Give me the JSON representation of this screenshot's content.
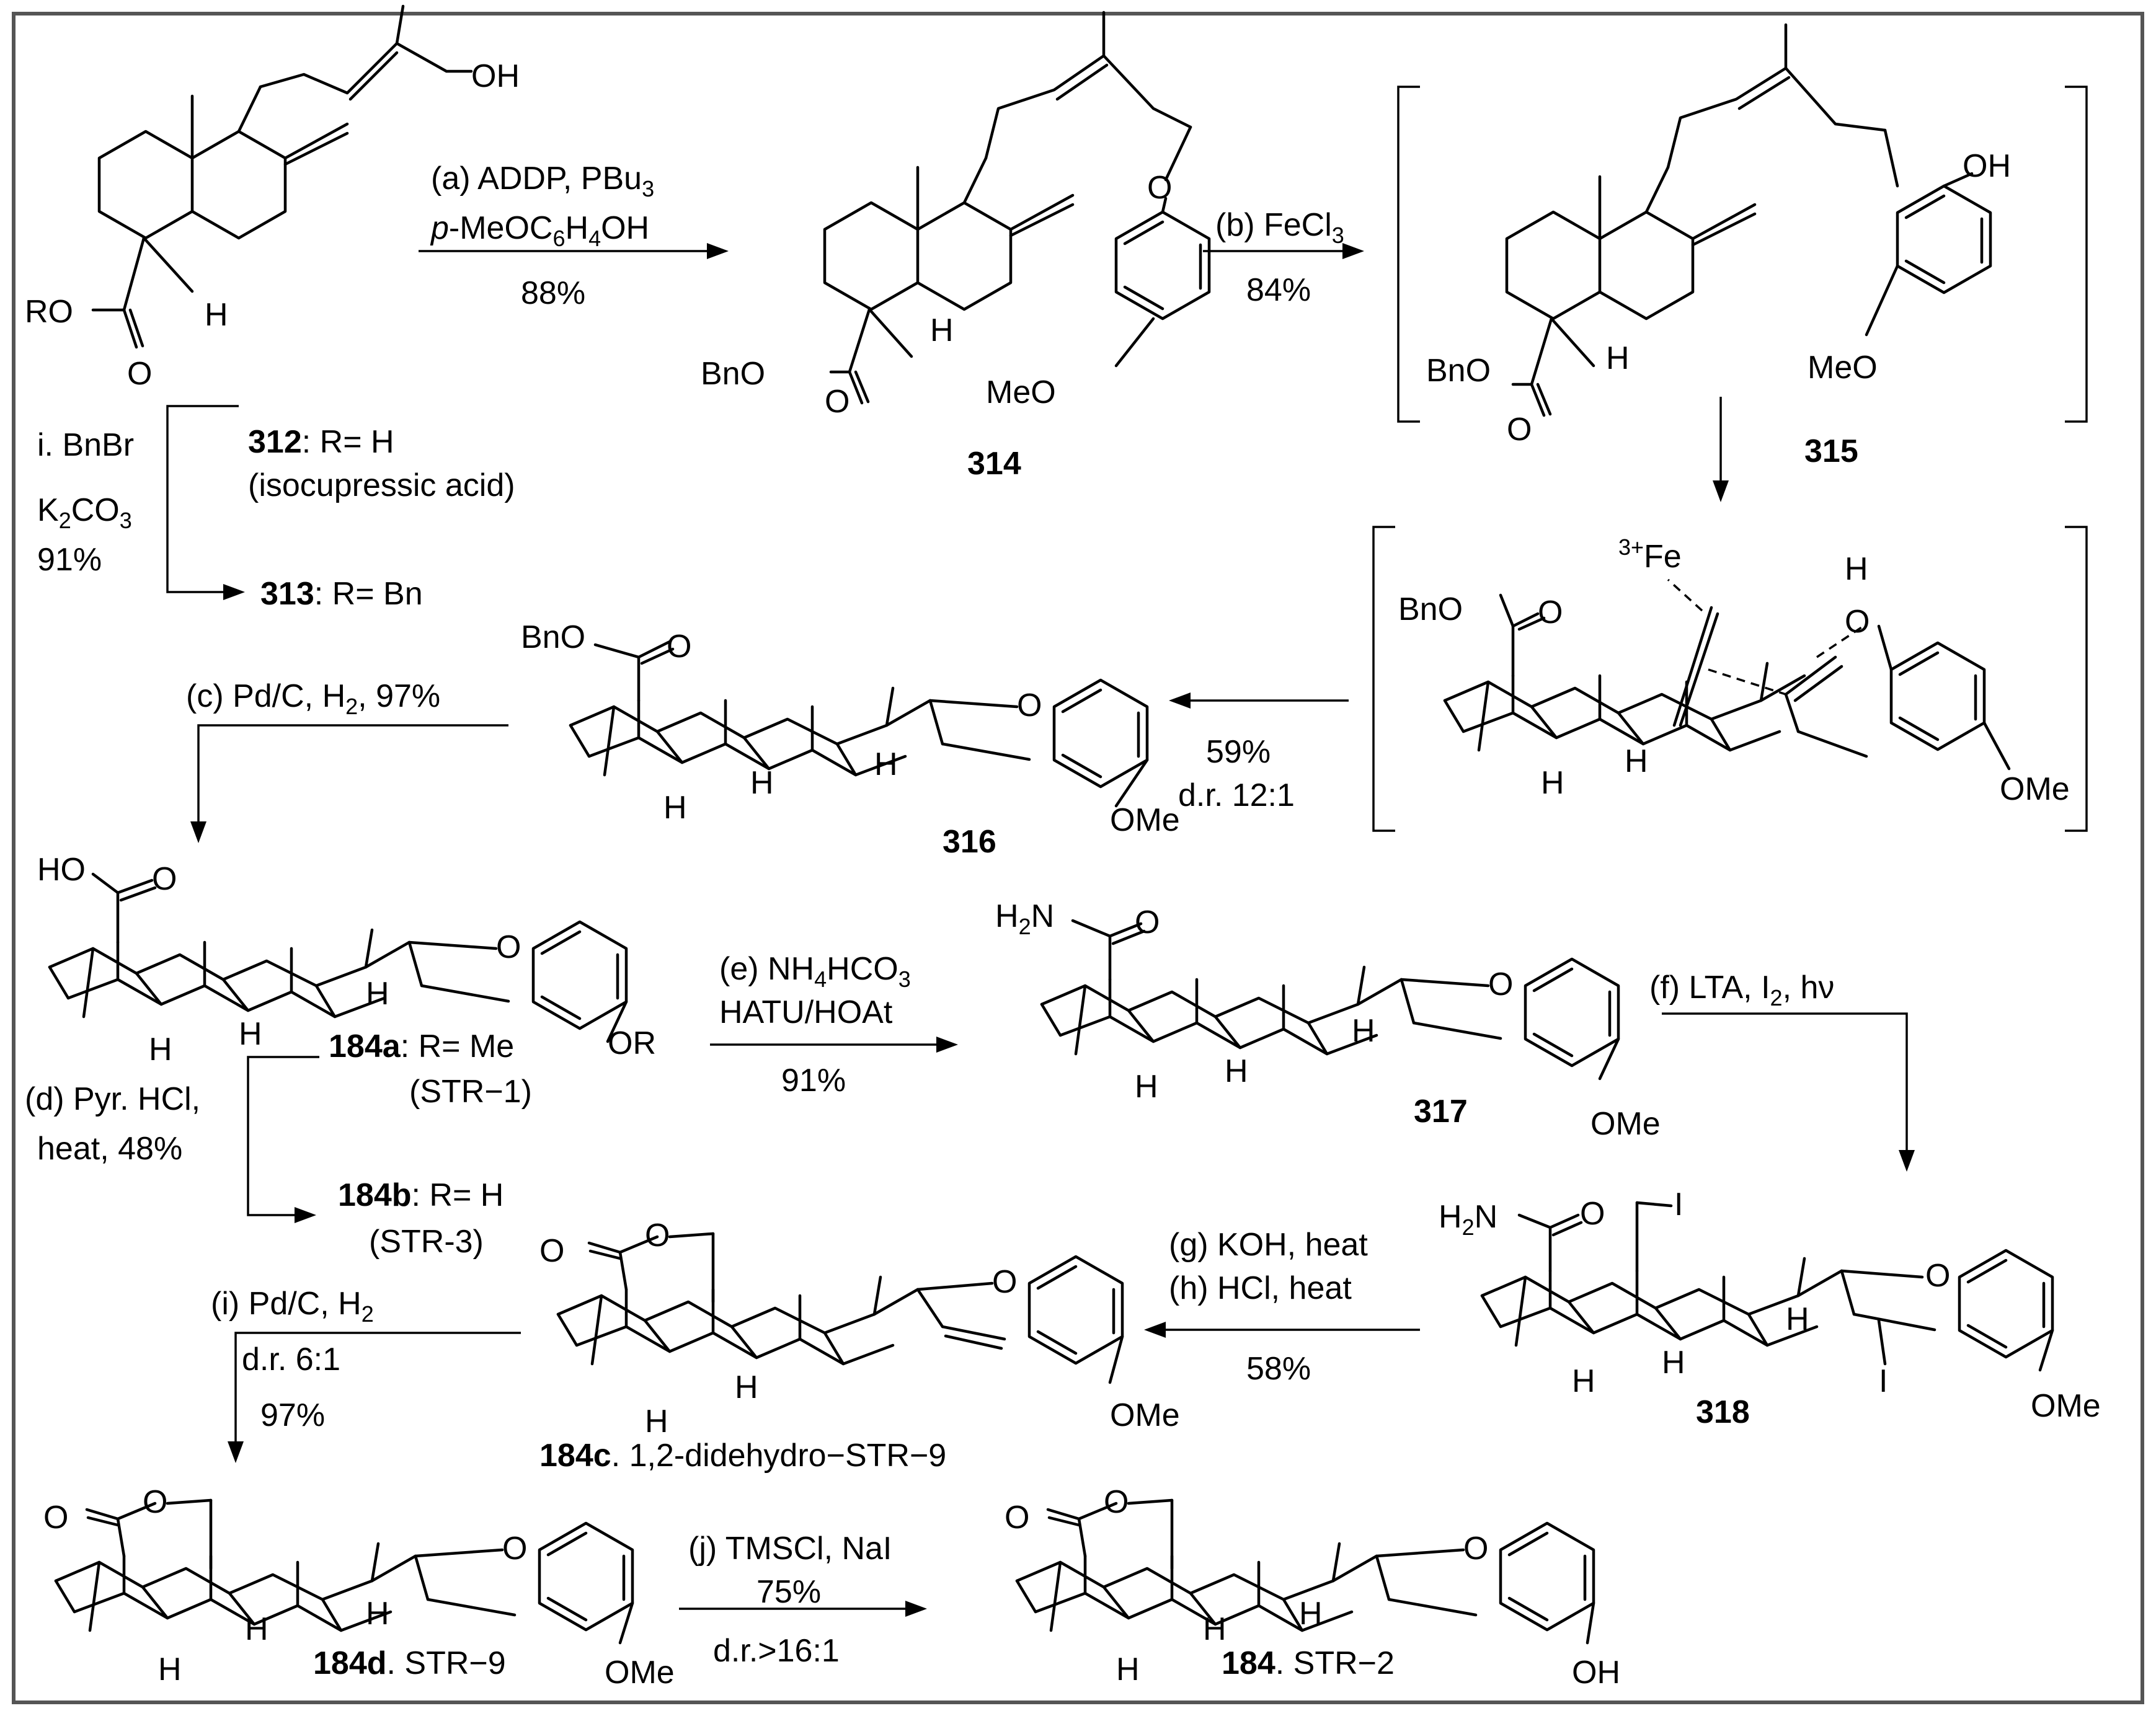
{
  "compounds": {
    "c312": {
      "num": "312",
      "text": ": R= H",
      "note": "(isocupressic acid)"
    },
    "c313": {
      "num": "313",
      "text": ": R= Bn"
    },
    "c314": {
      "num": "314"
    },
    "c315": {
      "num": "315"
    },
    "c316": {
      "num": "316"
    },
    "c184a": {
      "num": "184a",
      "text": ": R= Me",
      "note": "(STR−1)"
    },
    "c184b": {
      "num": "184b",
      "text": ": R= H",
      "note": "(STR-3)"
    },
    "c317": {
      "num": "317"
    },
    "c318": {
      "num": "318"
    },
    "c184c": {
      "num": "184c",
      "text": ". 1,2-didehydro−STR−9"
    },
    "c184d": {
      "num": "184d",
      "text": ". STR−9"
    },
    "c184": {
      "num": "184",
      "text": ". STR−2"
    }
  },
  "atoms": {
    "oh": "OH",
    "ro": "RO",
    "o": "O",
    "bno": "BnO",
    "meo": "MeO",
    "ome": "OMe",
    "h": "H",
    "ho": "HO",
    "or": "OR",
    "fe": "Fe",
    "fe_charge": "3+",
    "i": "I",
    "n_h": "H",
    "n_sub": "2",
    "n_n": "N"
  },
  "conditions": {
    "i": {
      "l1": "i. BnBr",
      "l2a": "K",
      "l2b": "2",
      "l2c": "CO",
      "l2d": "3",
      "l3": "91%"
    },
    "a": {
      "l1a": "(a) ADDP, PBu",
      "l1b": "3",
      "l2a": "p",
      "l2b": "-MeOC",
      "l2c": "6",
      "l2d": "H",
      "l2e": "4",
      "l2f": "OH",
      "l3": "88%"
    },
    "b": {
      "l1a": "(b) FeCl",
      "l1b": "3",
      "l2": "84%"
    },
    "fe_step": {
      "l1": "59%",
      "l2": "d.r. 12:1"
    },
    "c": {
      "l1a": "(c) Pd/C, H",
      "l1b": "2",
      "l1c": ", 97%"
    },
    "e": {
      "l1a": "(e) NH",
      "l1b": "4",
      "l1c": "HCO",
      "l1d": "3",
      "l2": "HATU/HOAt",
      "l3": "91%"
    },
    "f": {
      "l1a": "(f) LTA, I",
      "l1b": "2",
      "l1c": ", hν"
    },
    "d": {
      "l1": "(d) Pyr. HCl,",
      "l2": "heat, 48%"
    },
    "gh": {
      "l1": "(g) KOH, heat",
      "l2": "(h) HCl, heat",
      "l3": "58%"
    },
    "ii": {
      "l1": "(i) Pd/C, H",
      "l1b": "2",
      "l2": "d.r. 6:1",
      "l3": "97%"
    },
    "j": {
      "l1": "(j) TMSCl, NaI",
      "l2": "75%",
      "l3": "d.r.>16:1"
    }
  }
}
